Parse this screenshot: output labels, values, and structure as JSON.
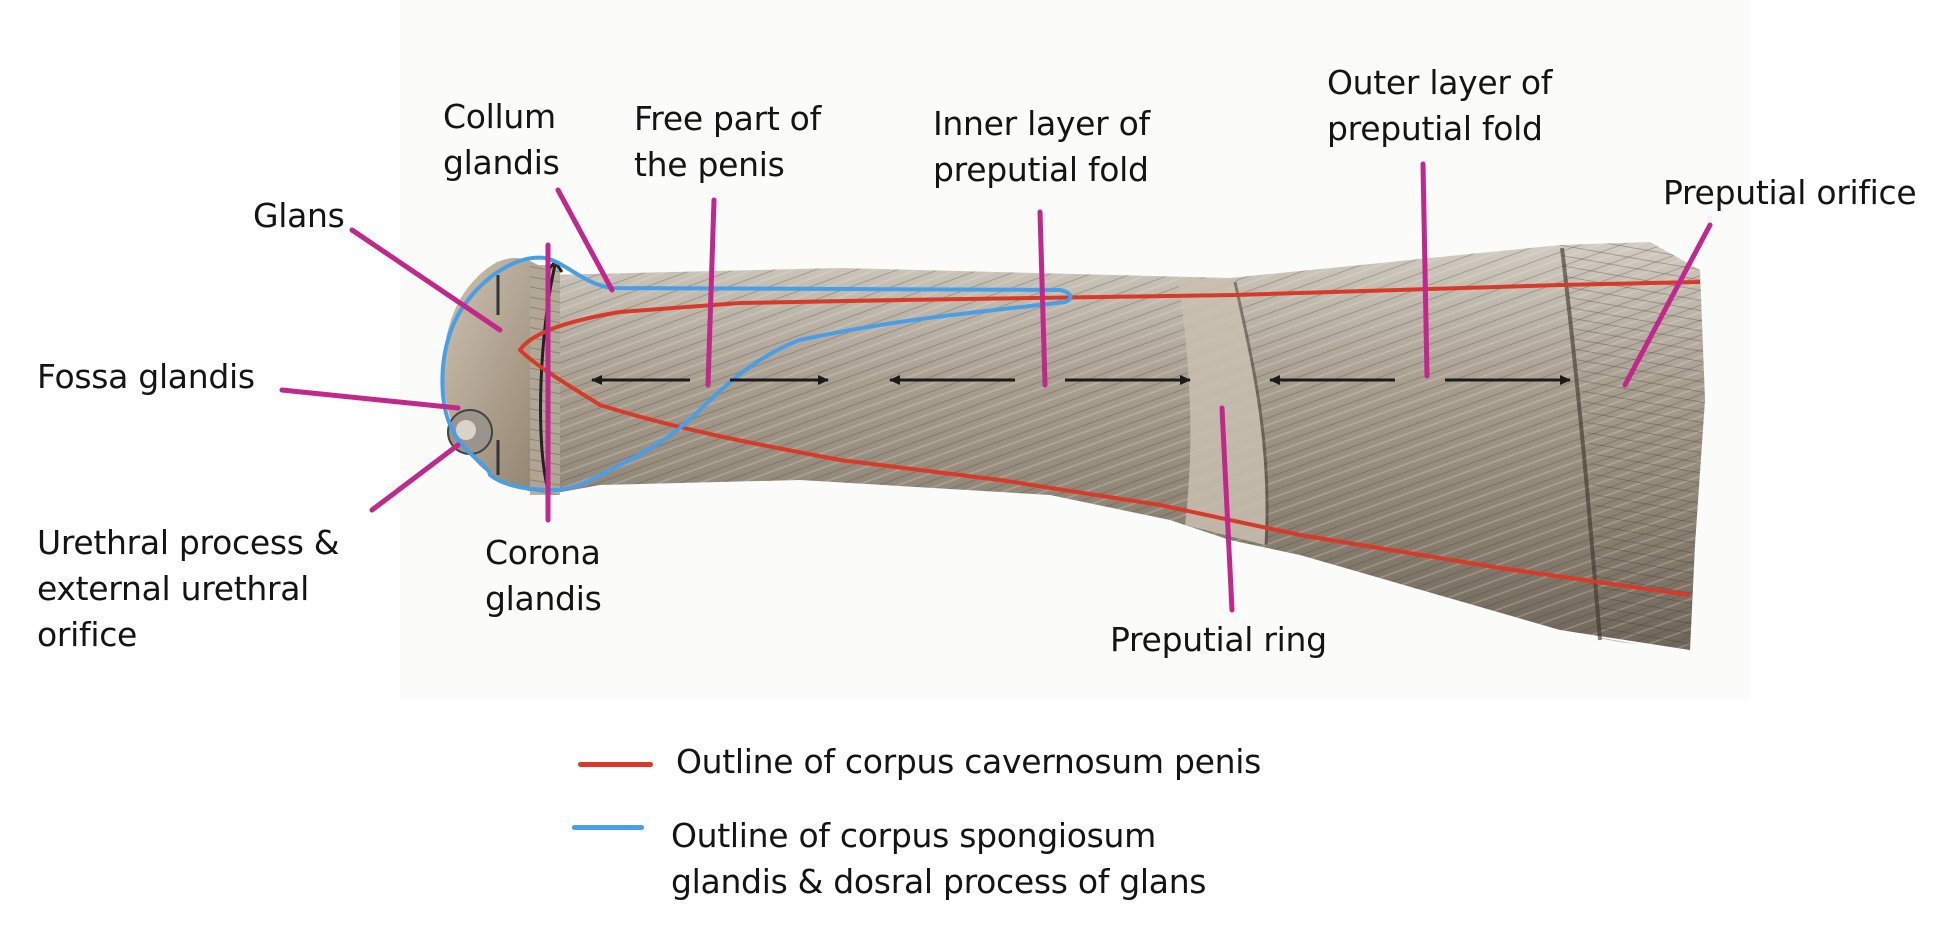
{
  "labels": {
    "glans": "Glans",
    "collum_glandis": "Collum\nglandis",
    "free_part": "Free part of\nthe penis",
    "inner_layer": "Inner layer of\npreputial fold",
    "outer_layer": "Outer layer of\npreputial fold",
    "preputial_orifice": "Preputial orifice",
    "fossa_glandis": "Fossa glandis",
    "urethral_process": "Urethral process &\nexternal urethral\norifice",
    "corona_glandis": "Corona\nglandis",
    "preputial_ring": "Preputial ring"
  },
  "legend": {
    "red": "Outline of corpus cavernosum penis",
    "blue": "Outline of corpus spongiosum\nglandis & dosral process of glans"
  },
  "colors": {
    "leader": "#c0288c",
    "red_outline": "#d83a2a",
    "blue_outline": "#4a9ee6",
    "tissue": "#a79d8e",
    "arrow": "#1a1a1a"
  }
}
